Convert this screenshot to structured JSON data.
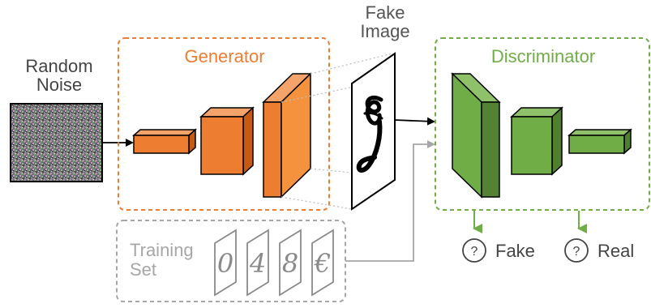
{
  "labels": {
    "random_noise": "Random\nNoise",
    "fake_image": "Fake\nImage",
    "generator": "Generator",
    "discriminator": "Discriminator",
    "training_set": "Training\nSet",
    "output_fake": "Fake",
    "output_real": "Real",
    "question_mark": "?"
  },
  "training_digits": [
    "0",
    "4",
    "8",
    "€"
  ],
  "colors": {
    "generator": "#ED7D31",
    "discriminator": "#70AD47",
    "training": "#A6A6A6",
    "arrow": "#000000"
  }
}
